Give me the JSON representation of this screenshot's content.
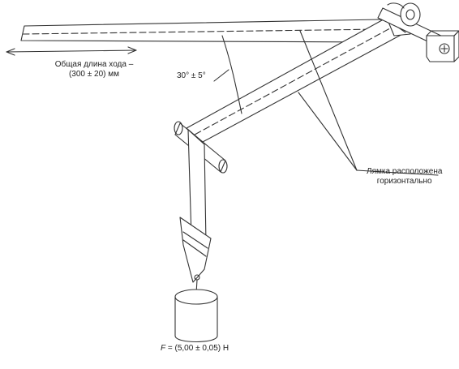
{
  "labels": {
    "stroke_length_line1": "Общая длина хода –",
    "stroke_length_line2": "(300 ± 20) мм",
    "angle": "30° ± 5°",
    "strap_note_line1": "Лямка расположена",
    "strap_note_line2": "горизонтально",
    "force_symbol": "F",
    "force_value": " = (5,00 ± 0,05) Н"
  },
  "colors": {
    "line": "#333333",
    "background": "#ffffff"
  }
}
